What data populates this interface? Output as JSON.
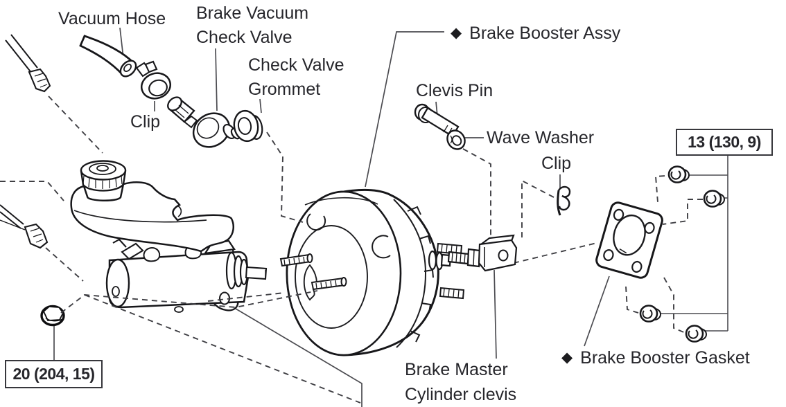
{
  "figure": {
    "type": "exploded-parts-diagram",
    "subject": "Brake Booster and Master Cylinder",
    "diamond_bullet": "◆",
    "part_labels": [
      {
        "id": "vacuum-hose",
        "lines": [
          "Vacuum Hose"
        ]
      },
      {
        "id": "brake-vacuum-check-valve",
        "lines": [
          "Brake Vacuum",
          "Check Valve"
        ]
      },
      {
        "id": "check-valve-grommet",
        "lines": [
          "Check Valve",
          "Grommet"
        ]
      },
      {
        "id": "hose-clip",
        "lines": [
          "Clip"
        ]
      },
      {
        "id": "brake-booster-assy",
        "lines": [
          "Brake Booster Assy"
        ],
        "bullet": true
      },
      {
        "id": "clevis-pin",
        "lines": [
          "Clevis Pin"
        ]
      },
      {
        "id": "wave-washer",
        "lines": [
          "Wave Washer"
        ]
      },
      {
        "id": "spring-clip",
        "lines": [
          "Clip"
        ]
      },
      {
        "id": "brake-master-cylinder-clevis",
        "lines": [
          "Brake Master",
          "Cylinder clevis"
        ]
      },
      {
        "id": "brake-booster-gasket",
        "lines": [
          "Brake Booster Gasket"
        ],
        "bullet": true
      }
    ],
    "torque_specs": [
      {
        "id": "booster-mounting-nuts",
        "value": "13 (130, 9)"
      },
      {
        "id": "master-cylinder-mounting-nut",
        "value": "20 (204, 15)"
      }
    ],
    "colors": {
      "line": "#1b1b1e",
      "leader": "#4b4b50",
      "text": "#26262b",
      "background": "#ffffff"
    }
  }
}
